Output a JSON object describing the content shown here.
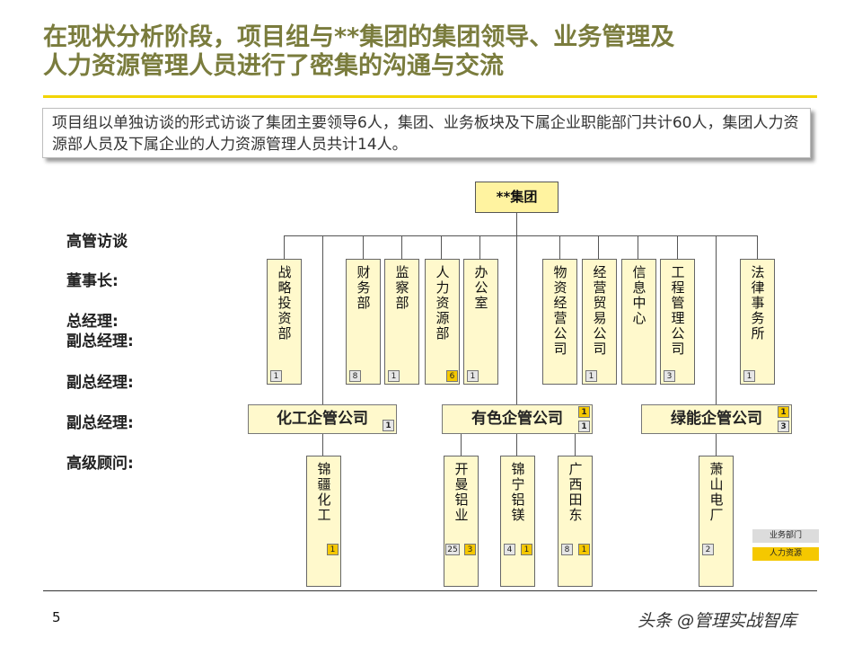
{
  "title": {
    "line1": "在现状分析阶段，项目组与**集团的集团领导、业务管理及",
    "line2": "人力资源管理人员进行了密集的沟通与交流"
  },
  "summary": "项目组以单独访谈的形式访谈了集团主要领导6人，集团、业务板块及下属企业职能部门共计60人，集团人力资源部人员及下属企业的人力资源管理人员共计14人。",
  "row_labels": [
    "高管访谈",
    "董事长:",
    "总经理:",
    "副总经理:",
    "副总经理:",
    "副总经理:",
    "高级顾问:"
  ],
  "root": "**集团",
  "departments": [
    {
      "label": "战略投资部",
      "gray": "1",
      "yellow": ""
    },
    {
      "label": "财务部",
      "gray": "8",
      "yellow": ""
    },
    {
      "label": "监察部",
      "gray": "1",
      "yellow": ""
    },
    {
      "label": "人力资源部",
      "gray": "",
      "yellow": "6"
    },
    {
      "label": "办公室",
      "gray": "1",
      "yellow": ""
    },
    {
      "label": "物资经营公司",
      "gray": "",
      "yellow": ""
    },
    {
      "label": "经营贸易公司",
      "gray": "1",
      "yellow": ""
    },
    {
      "label": "信息中心",
      "gray": "",
      "yellow": ""
    },
    {
      "label": "工程管理公司",
      "gray": "3",
      "yellow": ""
    },
    {
      "label": "法律事务所",
      "gray": "1",
      "yellow": ""
    }
  ],
  "sectors": [
    {
      "label": "化工企管公司",
      "gray": "1",
      "yellow": ""
    },
    {
      "label": "有色企管公司",
      "gray": "1",
      "yellow": "1"
    },
    {
      "label": "绿能企管公司",
      "gray": "3",
      "yellow": "1"
    }
  ],
  "subsidiaries": [
    {
      "label": "锦疆化工",
      "gray": "",
      "yellow": "1"
    },
    {
      "label": "开曼铝业",
      "gray": "25",
      "yellow": "3"
    },
    {
      "label": "锦宁铝镁",
      "gray": "4",
      "yellow": "1"
    },
    {
      "label": "广西田东",
      "gray": "8",
      "yellow": "1"
    },
    {
      "label": "萧山电厂",
      "gray": "2",
      "yellow": ""
    }
  ],
  "legend": {
    "business": "业务部门",
    "hr": "人力资源"
  },
  "colors": {
    "title": "#7a7c3d",
    "accent": "#f2d400",
    "box_fill": "#fff9cc",
    "hr_badge": "#f5c800",
    "biz_badge": "#e6e6e6"
  },
  "page_number": "5",
  "watermark": "头条 @管理实战智库"
}
